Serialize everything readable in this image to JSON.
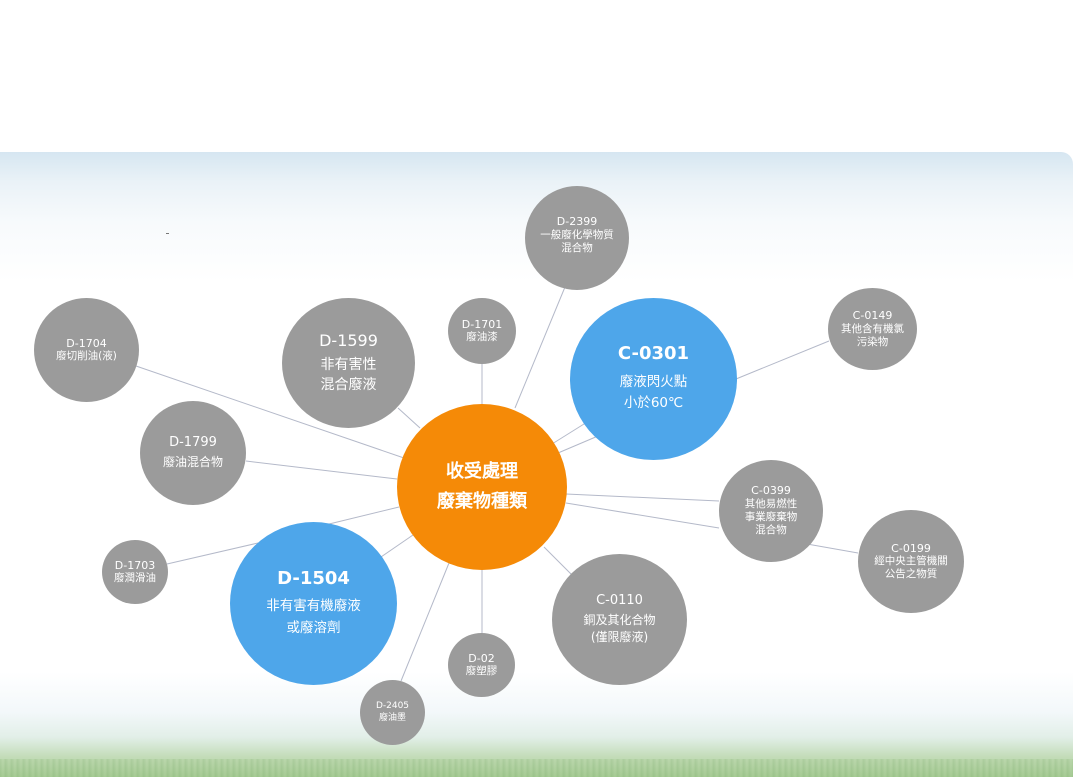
{
  "center": {
    "line1": "收受處理",
    "line2": "廢棄物種類"
  },
  "nodes": {
    "d2399": {
      "code": "D-2399",
      "lines": [
        "一般廢化學物質",
        "混合物"
      ]
    },
    "d1701": {
      "code": "D-1701",
      "lines": [
        "廢油漆"
      ]
    },
    "d1599": {
      "code": "D-1599",
      "lines": [
        "非有害性",
        "混合廢液"
      ]
    },
    "d1704": {
      "code": "D-1704",
      "lines": [
        "廢切削油(液)"
      ]
    },
    "d1799": {
      "code": "D-1799",
      "lines": [
        "廢油混合物"
      ]
    },
    "c0301": {
      "code": "C-0301",
      "lines": [
        "廢液閃火點",
        "小於60℃"
      ]
    },
    "c0149": {
      "code": "C-0149",
      "lines": [
        "其他含有機氯",
        "污染物"
      ]
    },
    "c0399": {
      "code": "C-0399",
      "lines": [
        "其他易燃性",
        "事業廢棄物",
        "混合物"
      ]
    },
    "c0199": {
      "code": "C-0199",
      "lines": [
        "經中央主管機關",
        "公告之物質"
      ]
    },
    "d1703": {
      "code": "D-1703",
      "lines": [
        "廢潤滑油"
      ]
    },
    "d1504": {
      "code": "D-1504",
      "lines": [
        "非有害有機廢液",
        "或廢溶劑"
      ]
    },
    "c0110": {
      "code": "C-0110",
      "lines": [
        "銅及其化合物",
        "(僅限廢液)"
      ]
    },
    "d02": {
      "code": "D-02",
      "lines": [
        "廢塑膠"
      ]
    },
    "d2405": {
      "code": "D-2405",
      "lines": [
        "廢油墨"
      ]
    }
  },
  "colors": {
    "center": "#f58a07",
    "primary": "#4ea6ea",
    "secondary": "#9b9b9b",
    "connector": "#b4b9c9"
  }
}
